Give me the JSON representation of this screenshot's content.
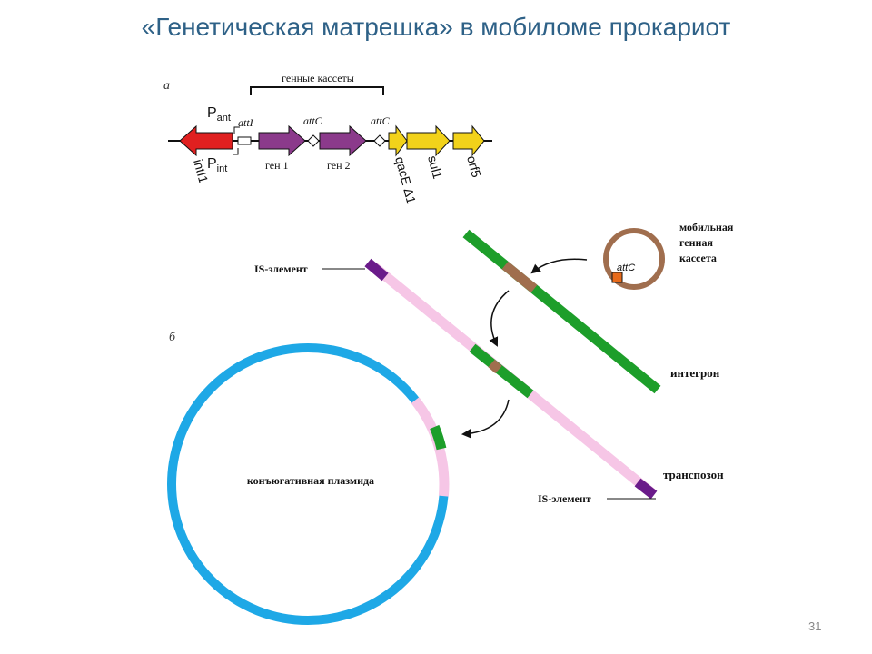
{
  "slide": {
    "title": "«Генетическая матрешка» в мобиломе прокариот",
    "page_number": "31"
  },
  "panel_a": {
    "letter": "а",
    "bracket_label": "генные кассеты",
    "p_ant": "P",
    "p_ant_sub": "ant",
    "p_int": "P",
    "p_int_sub": "int",
    "att_i": "attI",
    "att_c_1": "attC",
    "att_c_2": "attC",
    "genes": {
      "intl1": "intI1",
      "gene1": "ген 1",
      "gene2": "ген 2",
      "qace": "qacE Δ1",
      "sul1": "sul1",
      "orf5": "orf5"
    },
    "colors": {
      "intl1": "#e02020",
      "cassette_gene": "#8b3a8b",
      "resistance_gene": "#f2d21a"
    }
  },
  "panel_b": {
    "letter": "б",
    "mobile_cassette_label": [
      "мобильная",
      "генная",
      "кассета"
    ],
    "att_c": "attC",
    "integron": "интегрон",
    "transposon": "транспозон",
    "is_element_top": "IS-элемент",
    "is_element_bottom": "IS-элемент",
    "plasmid": "конъюгативная плазмида",
    "colors": {
      "plasmid": "#1ea8e6",
      "transposon": "#f6c6e6",
      "integron": "#1d9e2a",
      "is_element": "#6a1b8a",
      "cassette": "#a06e4e",
      "att_site": "#e86a1a"
    }
  }
}
